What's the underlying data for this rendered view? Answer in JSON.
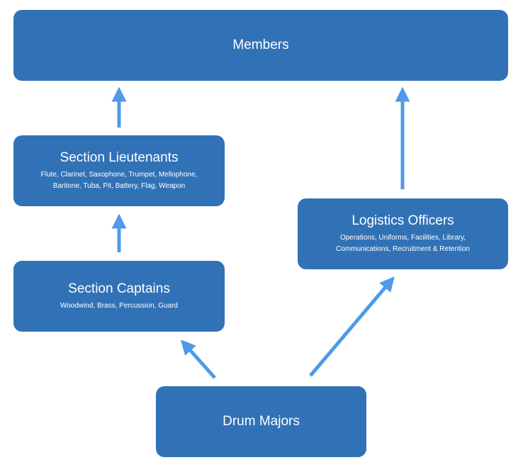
{
  "colors": {
    "box_fill": "#3172b7",
    "box_text": "#ffffff",
    "arrow": "#4f9aeb",
    "background": "#ffffff"
  },
  "nodes": {
    "members": {
      "title": "Members"
    },
    "section_lieutenants": {
      "title": "Section Lieutenants",
      "line1": "Flute, Clarinet, Saxophone, Trumpet, Mellophone,",
      "line2": "Baritone, Tuba, Pit, Battery, Flag, Weapon"
    },
    "logistics_officers": {
      "title": "Logistics Officers",
      "line1": "Operations, Uniforms, Facilities, Library,",
      "line2": "Communications, Recruitment & Retention"
    },
    "section_captains": {
      "title": "Section Captains",
      "line1": "Woodwind, Brass, Percussion, Guard"
    },
    "drum_majors": {
      "title": "Drum Majors"
    }
  },
  "edges": [
    {
      "from": "drum_majors",
      "to": "section_captains"
    },
    {
      "from": "drum_majors",
      "to": "logistics_officers"
    },
    {
      "from": "section_captains",
      "to": "section_lieutenants"
    },
    {
      "from": "section_lieutenants",
      "to": "members"
    },
    {
      "from": "logistics_officers",
      "to": "members"
    }
  ]
}
